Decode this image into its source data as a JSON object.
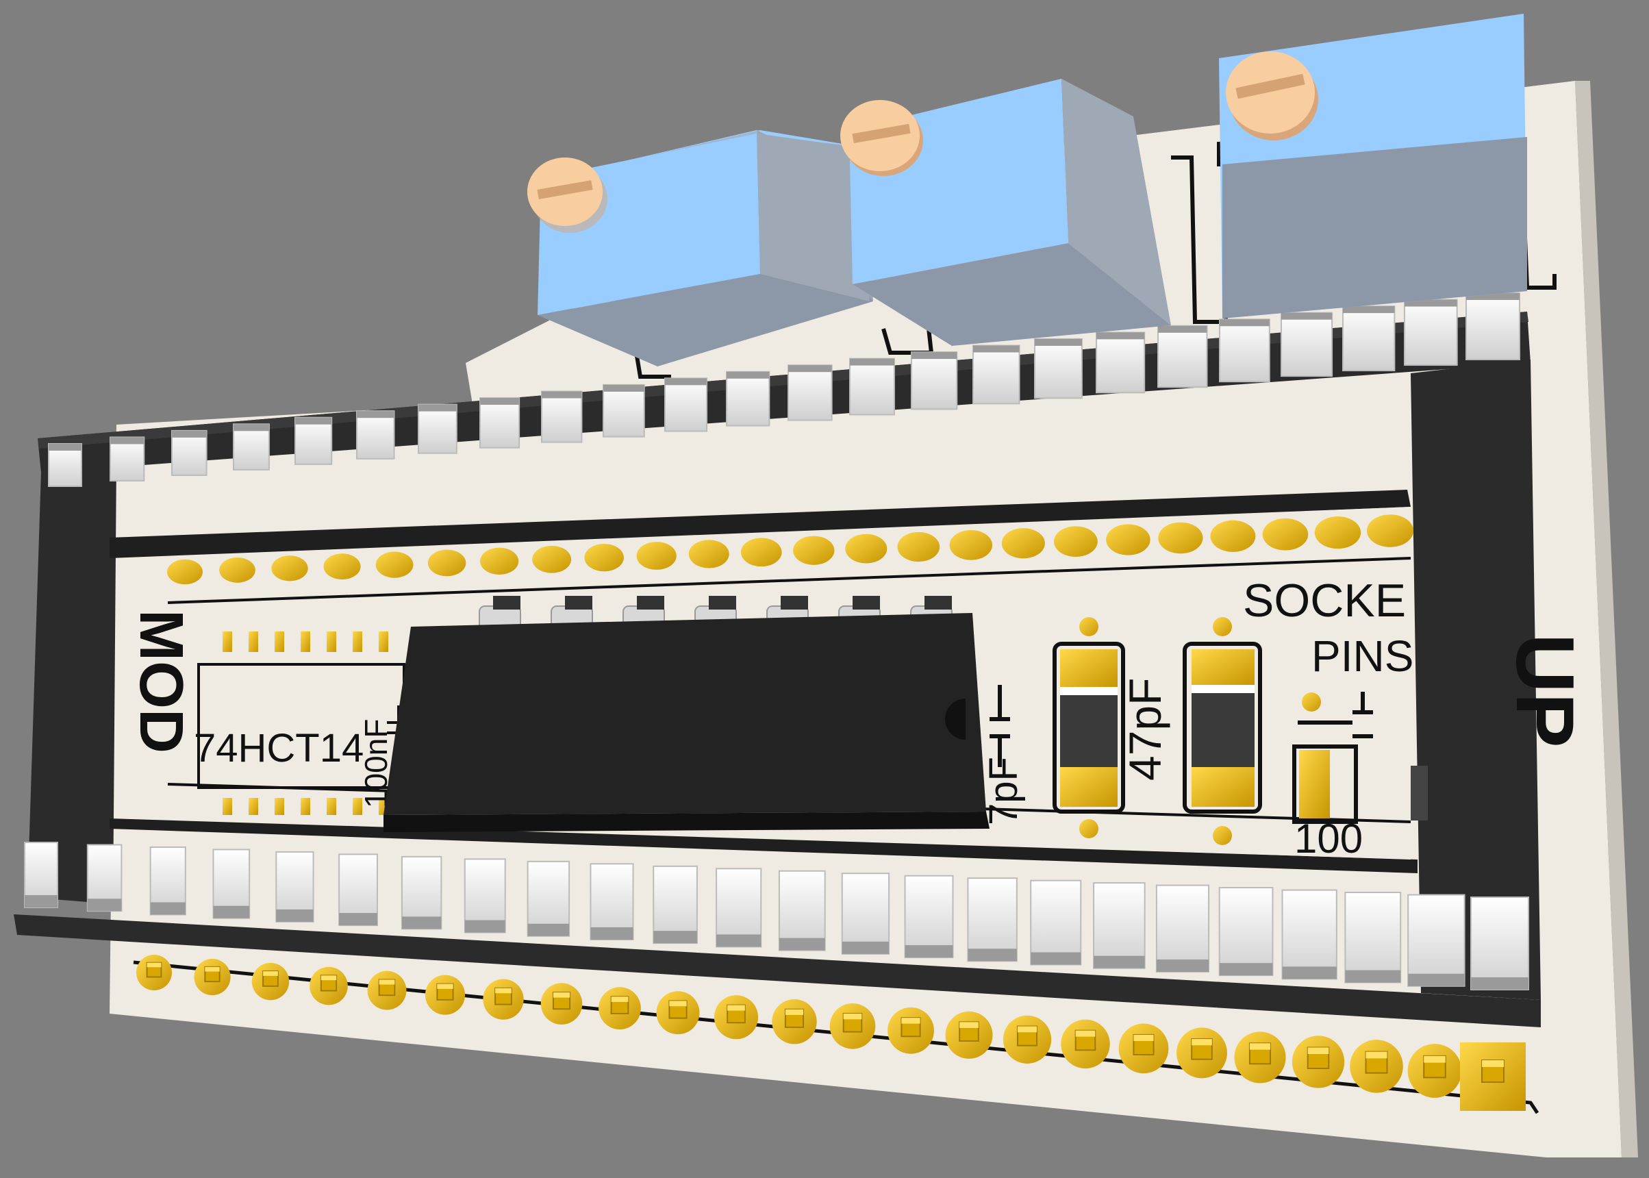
{
  "board": {
    "chip_label": "74HCT14",
    "decoupling_cap_label": "100nF",
    "cap_label_a": "47pF",
    "cap_label_b": "7pF",
    "socket_label_line1": "SOCKE",
    "socket_label_line2": "PINS",
    "orientation_label": "UP",
    "edge_label": "MOD",
    "resistor_partial_label": "100"
  },
  "components": {
    "trimmer_count": 3,
    "socket_pins_per_row": 24,
    "header_pins": 24,
    "smd_capacitors": 2
  },
  "colors": {
    "background": "#7f7f7f",
    "pcb": "#efebe3",
    "socket_body": "#2b2b2b",
    "socket_contact": "#f4f4f4",
    "gold": "#e0b400",
    "trimmer_top": "#99ccff",
    "trimmer_side": "#8c98a8",
    "adjust_screw": "#f8cda0",
    "ic_body": "#1e1e1e"
  }
}
